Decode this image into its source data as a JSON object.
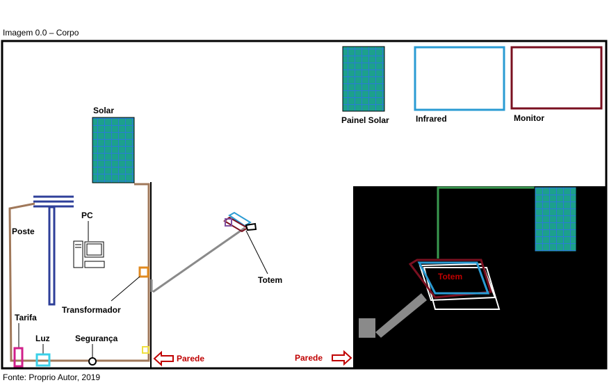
{
  "header": {
    "title": "Imagem 0.0  – Corpo"
  },
  "footer": {
    "source": "Fonte: Proprio Autor, 2019"
  },
  "legend": {
    "solar_panel": "Painel Solar",
    "infrared": "Infrared",
    "monitor": "Monitor"
  },
  "labels": {
    "solar": "Solar",
    "pc": "PC",
    "poste": "Poste",
    "transformador": "Transformador",
    "totem": "Totem",
    "tarifa": "Tarifa",
    "luz": "Luz",
    "seguranca": "Segurança",
    "parede_left": "Parede",
    "parede_right": "Parede",
    "totem_detail": "Totem"
  },
  "colors": {
    "frame": "#000000",
    "wall": "#a0785a",
    "solar_fill": "#1ca08c",
    "solar_grid": "#2b7bd6",
    "infrared": "#2a9bd3",
    "monitor": "#7a1020",
    "pole": "#2e3f99",
    "transformer": "#e08a20",
    "tariff": "#d0208a",
    "light": "#3ad0e8",
    "security_box": "#f0e040",
    "arrow": "#c00000",
    "cable": "#8a8a8a",
    "green_wire": "#3a9a50"
  }
}
